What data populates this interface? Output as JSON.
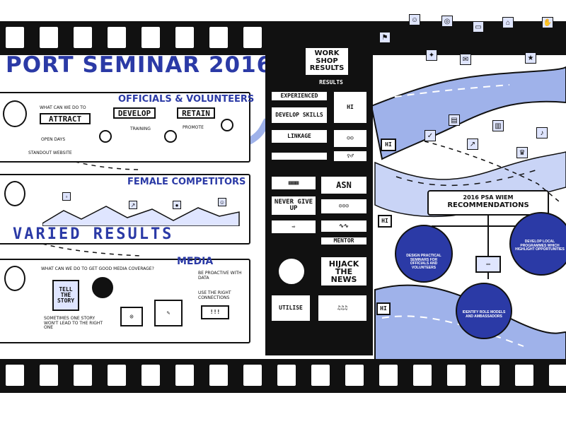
{
  "title": "PORT SEMINAR 2016",
  "officials": {
    "heading": "OFFICIALS & VOLUNTEERS",
    "question": "WHAT CAN WE DO TO",
    "attract": "ATTRACT",
    "develop": "DEVELOP",
    "retain": "RETAIN",
    "notes": [
      "OPEN DAYS",
      "STANDOUT WEBSITE",
      "TRAINING",
      "PROMOTE"
    ]
  },
  "female": {
    "heading": "FEMALE COMPETITORS",
    "varied": "VARIED RESULTS"
  },
  "media": {
    "heading": "MEDIA",
    "question": "WHAT CAN WE DO TO GET GOOD MEDIA COVERAGE?",
    "notes": [
      "SOMETIMES ONE STORY WON'T LEAD TO THE RIGHT ONE",
      "TELL THE STORY",
      "USE THE RIGHT CONNECTIONS",
      "BE PROACTIVE WITH DATA"
    ]
  },
  "workshop": {
    "title": "WORK SHOP RESULTS",
    "results": "RESULTS",
    "items": [
      "EXPERIENCED",
      "DEVELOP SKILLS",
      "HI",
      "LINKAGE",
      "ASN",
      "NEVER GIVE UP",
      "MENTOR",
      "HIJACK THE NEWS",
      "UTILISE"
    ]
  },
  "recommendations": {
    "banner_line1": "2016 PSA WIEM",
    "banner_line2": "RECOMMENDATIONS",
    "items": [
      "DESIGN PRACTICAL SEMINARS FOR OFFICIALS AND VOLUNTEERS",
      "DEVELOP LOCAL PROGRAMMES WHICH HIGHLIGHT OPPORTUNITIES",
      "IDENTIFY ROLE MODELS AND AMBASSADORS"
    ]
  },
  "colors": {
    "accent": "#2b3aa6",
    "ink": "#111111",
    "road": "#9fb2ea"
  }
}
